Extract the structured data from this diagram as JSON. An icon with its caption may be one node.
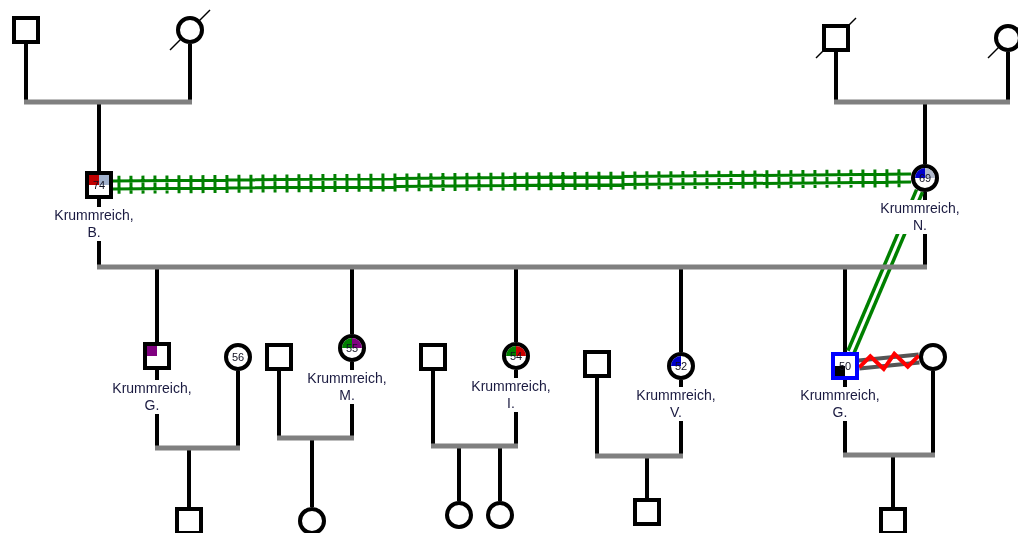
{
  "diagram": {
    "nodes": [
      {
        "text": [],
        "shape": "box"
      },
      {
        "text": [],
        "shape": "circle"
      },
      {
        "text": [],
        "shape": "box"
      },
      {
        "text": [],
        "shape": "circle"
      },
      {
        "text": [
          "74"
        ],
        "beside": [
          "Krummreich, B."
        ]
      },
      {
        "text": [
          "69"
        ],
        "beside": [
          "Krummreich, N."
        ]
      },
      {
        "text": [],
        "shape": "box",
        "beside": [
          "Krummreich, G."
        ]
      },
      {
        "text": [
          "56"
        ]
      },
      {
        "text": [],
        "shape": "box"
      },
      {
        "text": [
          "55"
        ],
        "beside": [
          "Krummreich, M."
        ]
      },
      {
        "text": [],
        "shape": "box"
      },
      {
        "text": [
          "54"
        ],
        "beside": [
          "Krummreich, I."
        ]
      },
      {
        "text": [],
        "shape": "box"
      },
      {
        "text": [
          "52"
        ],
        "beside": [
          "Krummreich, V."
        ]
      },
      {
        "text": [
          "50"
        ],
        "beside": [
          "Krummreich, G."
        ]
      },
      {
        "text": [],
        "shape": "circle"
      },
      {
        "text": [],
        "shape": "box"
      },
      {
        "text": [],
        "shape": "circle"
      },
      {
        "text": [],
        "shape": "circle"
      },
      {
        "text": [],
        "shape": "circle"
      },
      {
        "text": [],
        "shape": "box"
      },
      {
        "text": [],
        "shape": "box"
      }
    ],
    "edges": [
      {
        "from": 0,
        "to": 1,
        "arrow": "none"
      },
      {
        "from": 0,
        "to": 4,
        "arrow": "none"
      },
      {
        "from": 1,
        "to": 4,
        "arrow": "none"
      },
      {
        "from": 2,
        "to": 3,
        "arrow": "none"
      },
      {
        "from": 2,
        "to": 5,
        "arrow": "none"
      },
      {
        "from": 3,
        "to": 5,
        "arrow": "none"
      },
      {
        "from": 4,
        "to": 5,
        "arrow": "none"
      },
      {
        "from": 4,
        "to": 6,
        "arrow": "none"
      },
      {
        "from": 5,
        "to": 6,
        "arrow": "none"
      },
      {
        "from": 4,
        "to": 9,
        "arrow": "none"
      },
      {
        "from": 5,
        "to": 9,
        "arrow": "none"
      },
      {
        "from": 4,
        "to": 11,
        "arrow": "none"
      },
      {
        "from": 5,
        "to": 11,
        "arrow": "none"
      },
      {
        "from": 4,
        "to": 13,
        "arrow": "none"
      },
      {
        "from": 5,
        "to": 13,
        "arrow": "none"
      },
      {
        "from": 4,
        "to": 14,
        "arrow": "none"
      },
      {
        "from": 5,
        "to": 14,
        "arrow": "none"
      },
      {
        "from": 6,
        "to": 7,
        "arrow": "none"
      },
      {
        "from": 6,
        "to": 16,
        "arrow": "none"
      },
      {
        "from": 7,
        "to": 16,
        "arrow": "none"
      },
      {
        "from": 8,
        "to": 9,
        "arrow": "none"
      },
      {
        "from": 8,
        "to": 17,
        "arrow": "none"
      },
      {
        "from": 9,
        "to": 17,
        "arrow": "none"
      },
      {
        "from": 10,
        "to": 11,
        "arrow": "none"
      },
      {
        "from": 10,
        "to": 18,
        "arrow": "none"
      },
      {
        "from": 11,
        "to": 18,
        "arrow": "none"
      },
      {
        "from": 10,
        "to": 19,
        "arrow": "none"
      },
      {
        "from": 11,
        "to": 19,
        "arrow": "none"
      },
      {
        "from": 12,
        "to": 13,
        "arrow": "none"
      },
      {
        "from": 12,
        "to": 20,
        "arrow": "none"
      },
      {
        "from": 13,
        "to": 20,
        "arrow": "none"
      },
      {
        "from": 14,
        "to": 15,
        "arrow": "none"
      },
      {
        "from": 14,
        "to": 21,
        "arrow": "none"
      },
      {
        "from": 15,
        "to": 21,
        "arrow": "none"
      },
      {
        "from": 4,
        "to": 5,
        "arrow": "none",
        "color": "#008000"
      },
      {
        "from": 5,
        "to": 14,
        "arrow": "none",
        "style": "thick",
        "color": "#008000"
      },
      {
        "from": 14,
        "to": 15,
        "arrow": "none",
        "color": "#ff0000"
      }
    ]
  }
}
